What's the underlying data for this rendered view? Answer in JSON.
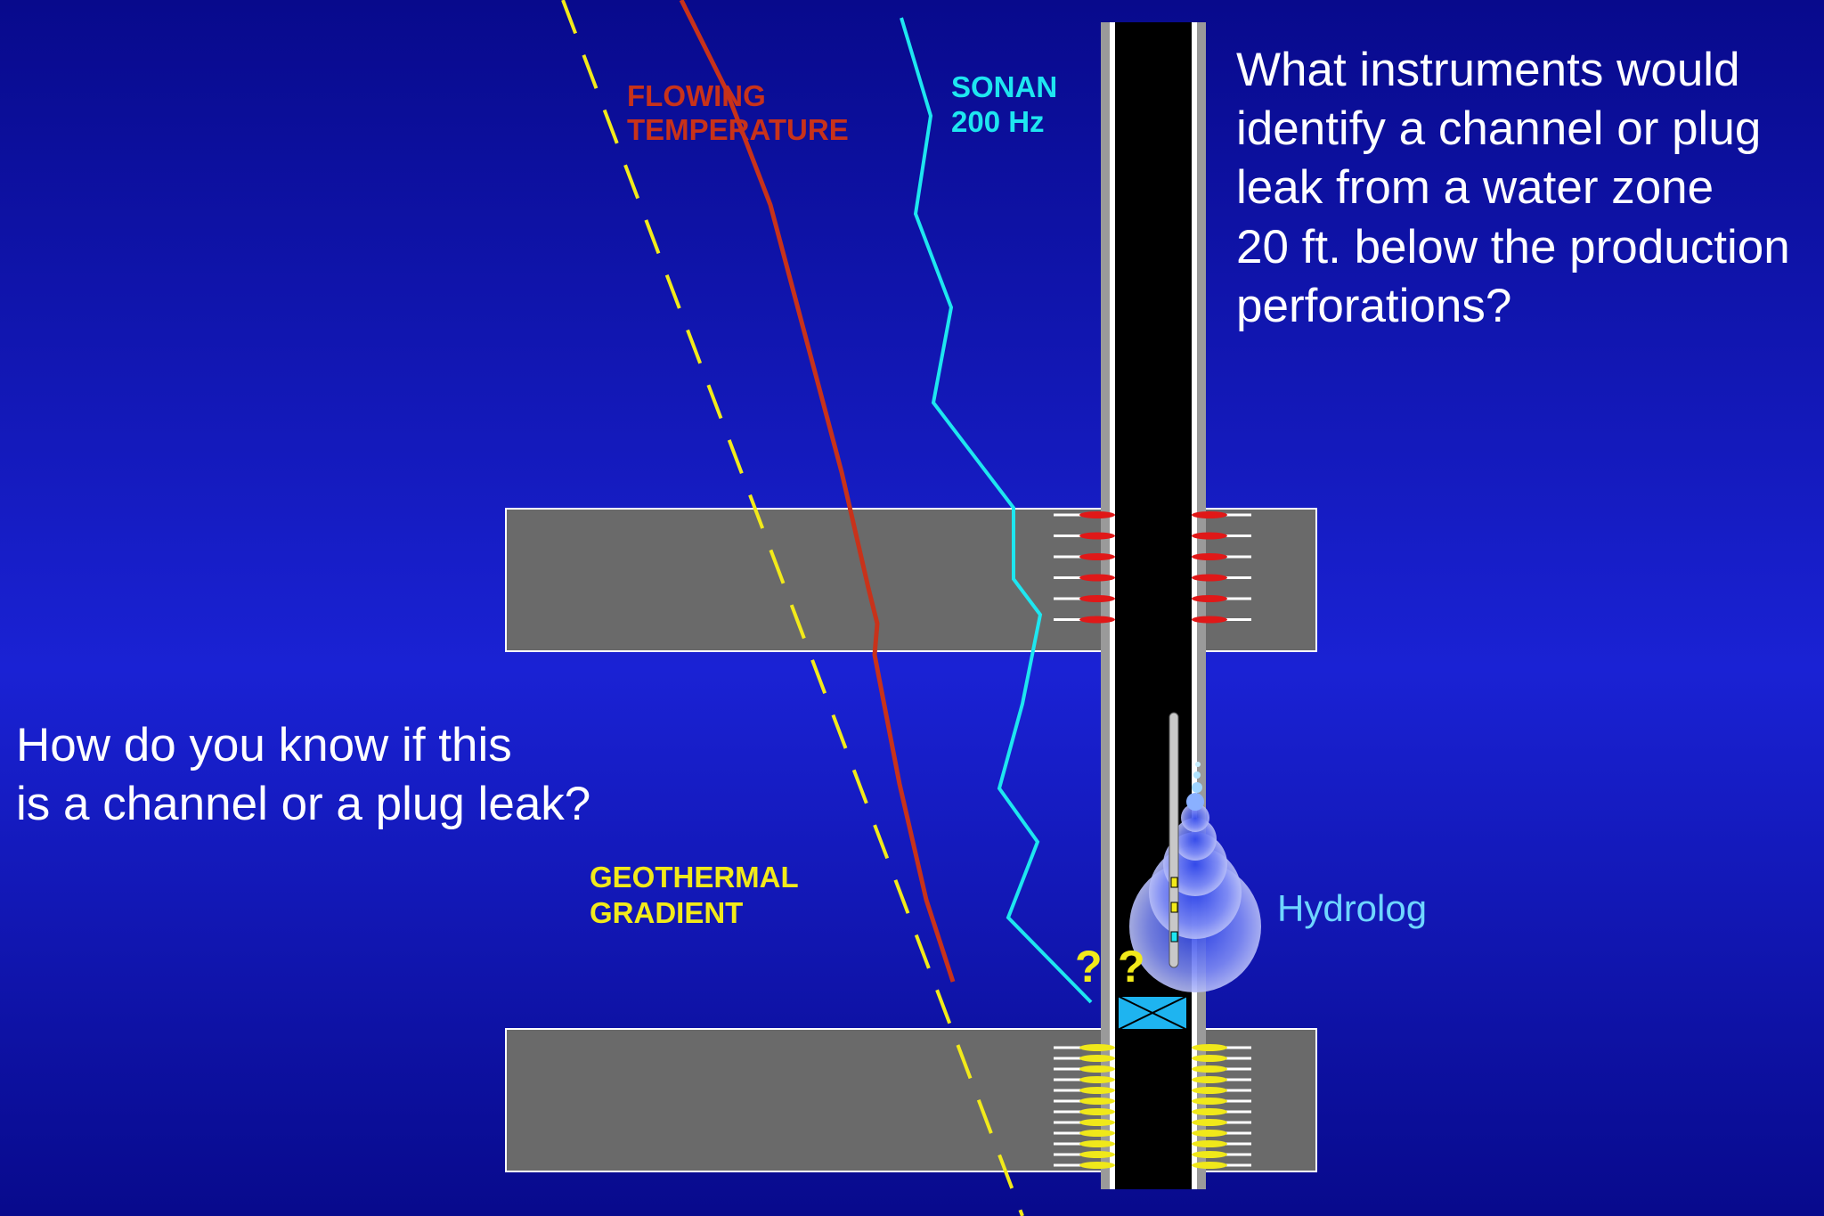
{
  "question_top": {
    "lines": [
      "What  instruments would",
      "identify a channel or plug",
      "leak from a water zone",
      "20 ft. below the production",
      "perforations?"
    ]
  },
  "question_left": {
    "lines": [
      "How do you know if this",
      "is a channel or a plug leak?"
    ]
  },
  "labels": {
    "flowing_temperature": [
      "FLOWING",
      "TEMPERATURE"
    ],
    "sonan": [
      "SONAN",
      "200 Hz"
    ],
    "geothermal_gradient": [
      "GEOTHERMAL",
      "GRADIENT"
    ],
    "hydrolog": "Hydrolog",
    "question_mark": "?"
  },
  "colors": {
    "flowing_temperature": "#c8321a",
    "sonan": "#1ee6f0",
    "geothermal": "#f2ea1a",
    "formation": "#6a6a6a",
    "casing": "#000000",
    "hydrolog_text": "#6fd6ff",
    "perforation_upper": "#e01818",
    "perforation_lower": "#f0e81a"
  }
}
